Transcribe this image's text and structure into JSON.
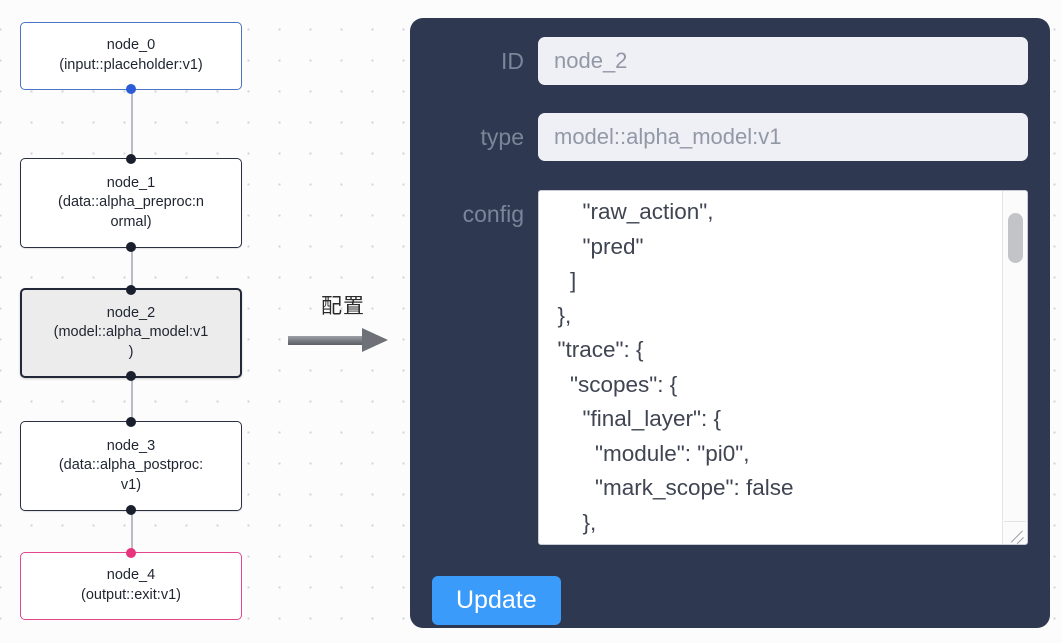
{
  "graph": {
    "nodes": [
      {
        "id": "node_0",
        "label_line1": "node_0",
        "label_line2": "(input::placeholder:v1)",
        "variant": "input",
        "selected": false
      },
      {
        "id": "node_1",
        "label_line1": "node_1",
        "label_line2": "(data::alpha_preproc:n",
        "label_line3": "ormal)",
        "variant": "plain",
        "selected": false
      },
      {
        "id": "node_2",
        "label_line1": "node_2",
        "label_line2": "(model::alpha_model:v1",
        "label_line3": ")",
        "variant": "selected",
        "selected": true
      },
      {
        "id": "node_3",
        "label_line1": "node_3",
        "label_line2": "(data::alpha_postproc:",
        "label_line3": "v1)",
        "variant": "plain",
        "selected": false
      },
      {
        "id": "node_4",
        "label_line1": "node_4",
        "label_line2": "(output::exit:v1)",
        "variant": "output",
        "selected": false
      }
    ],
    "colors": {
      "input_border": "#4a73c4",
      "plain_border": "#2b3040",
      "selected_border": "#232839",
      "selected_fill": "#ececec",
      "output_border": "#e4458d",
      "handle": "#1a1f2e",
      "handle_input": "#2b5bd7",
      "handle_output": "#e8337f",
      "edge": "#b9bcc4",
      "canvas_bg": "#fcfcfd",
      "grid_dot": "#d2d5dd"
    }
  },
  "arrow": {
    "label": "配置",
    "color": "#6e7178"
  },
  "panel": {
    "background": "#2e3850",
    "fields": {
      "id": {
        "label": "ID",
        "value": "node_2"
      },
      "type": {
        "label": "type",
        "value": "model::alpha_model:v1"
      },
      "config": {
        "label": "config",
        "value": "      \"raw_action\",\n      \"pred\"\n    ]\n  },\n  \"trace\": {\n    \"scopes\": {\n      \"final_layer\": {\n        \"module\": \"pi0\",\n        \"mark_scope\": false\n      },\n      \"action_model\": {"
      }
    },
    "update_button": {
      "label": "Update",
      "color": "#3b9bfb"
    },
    "label_color": "#7c8598",
    "input_background": "#eef0f5",
    "input_text_color": "#9298a6"
  }
}
